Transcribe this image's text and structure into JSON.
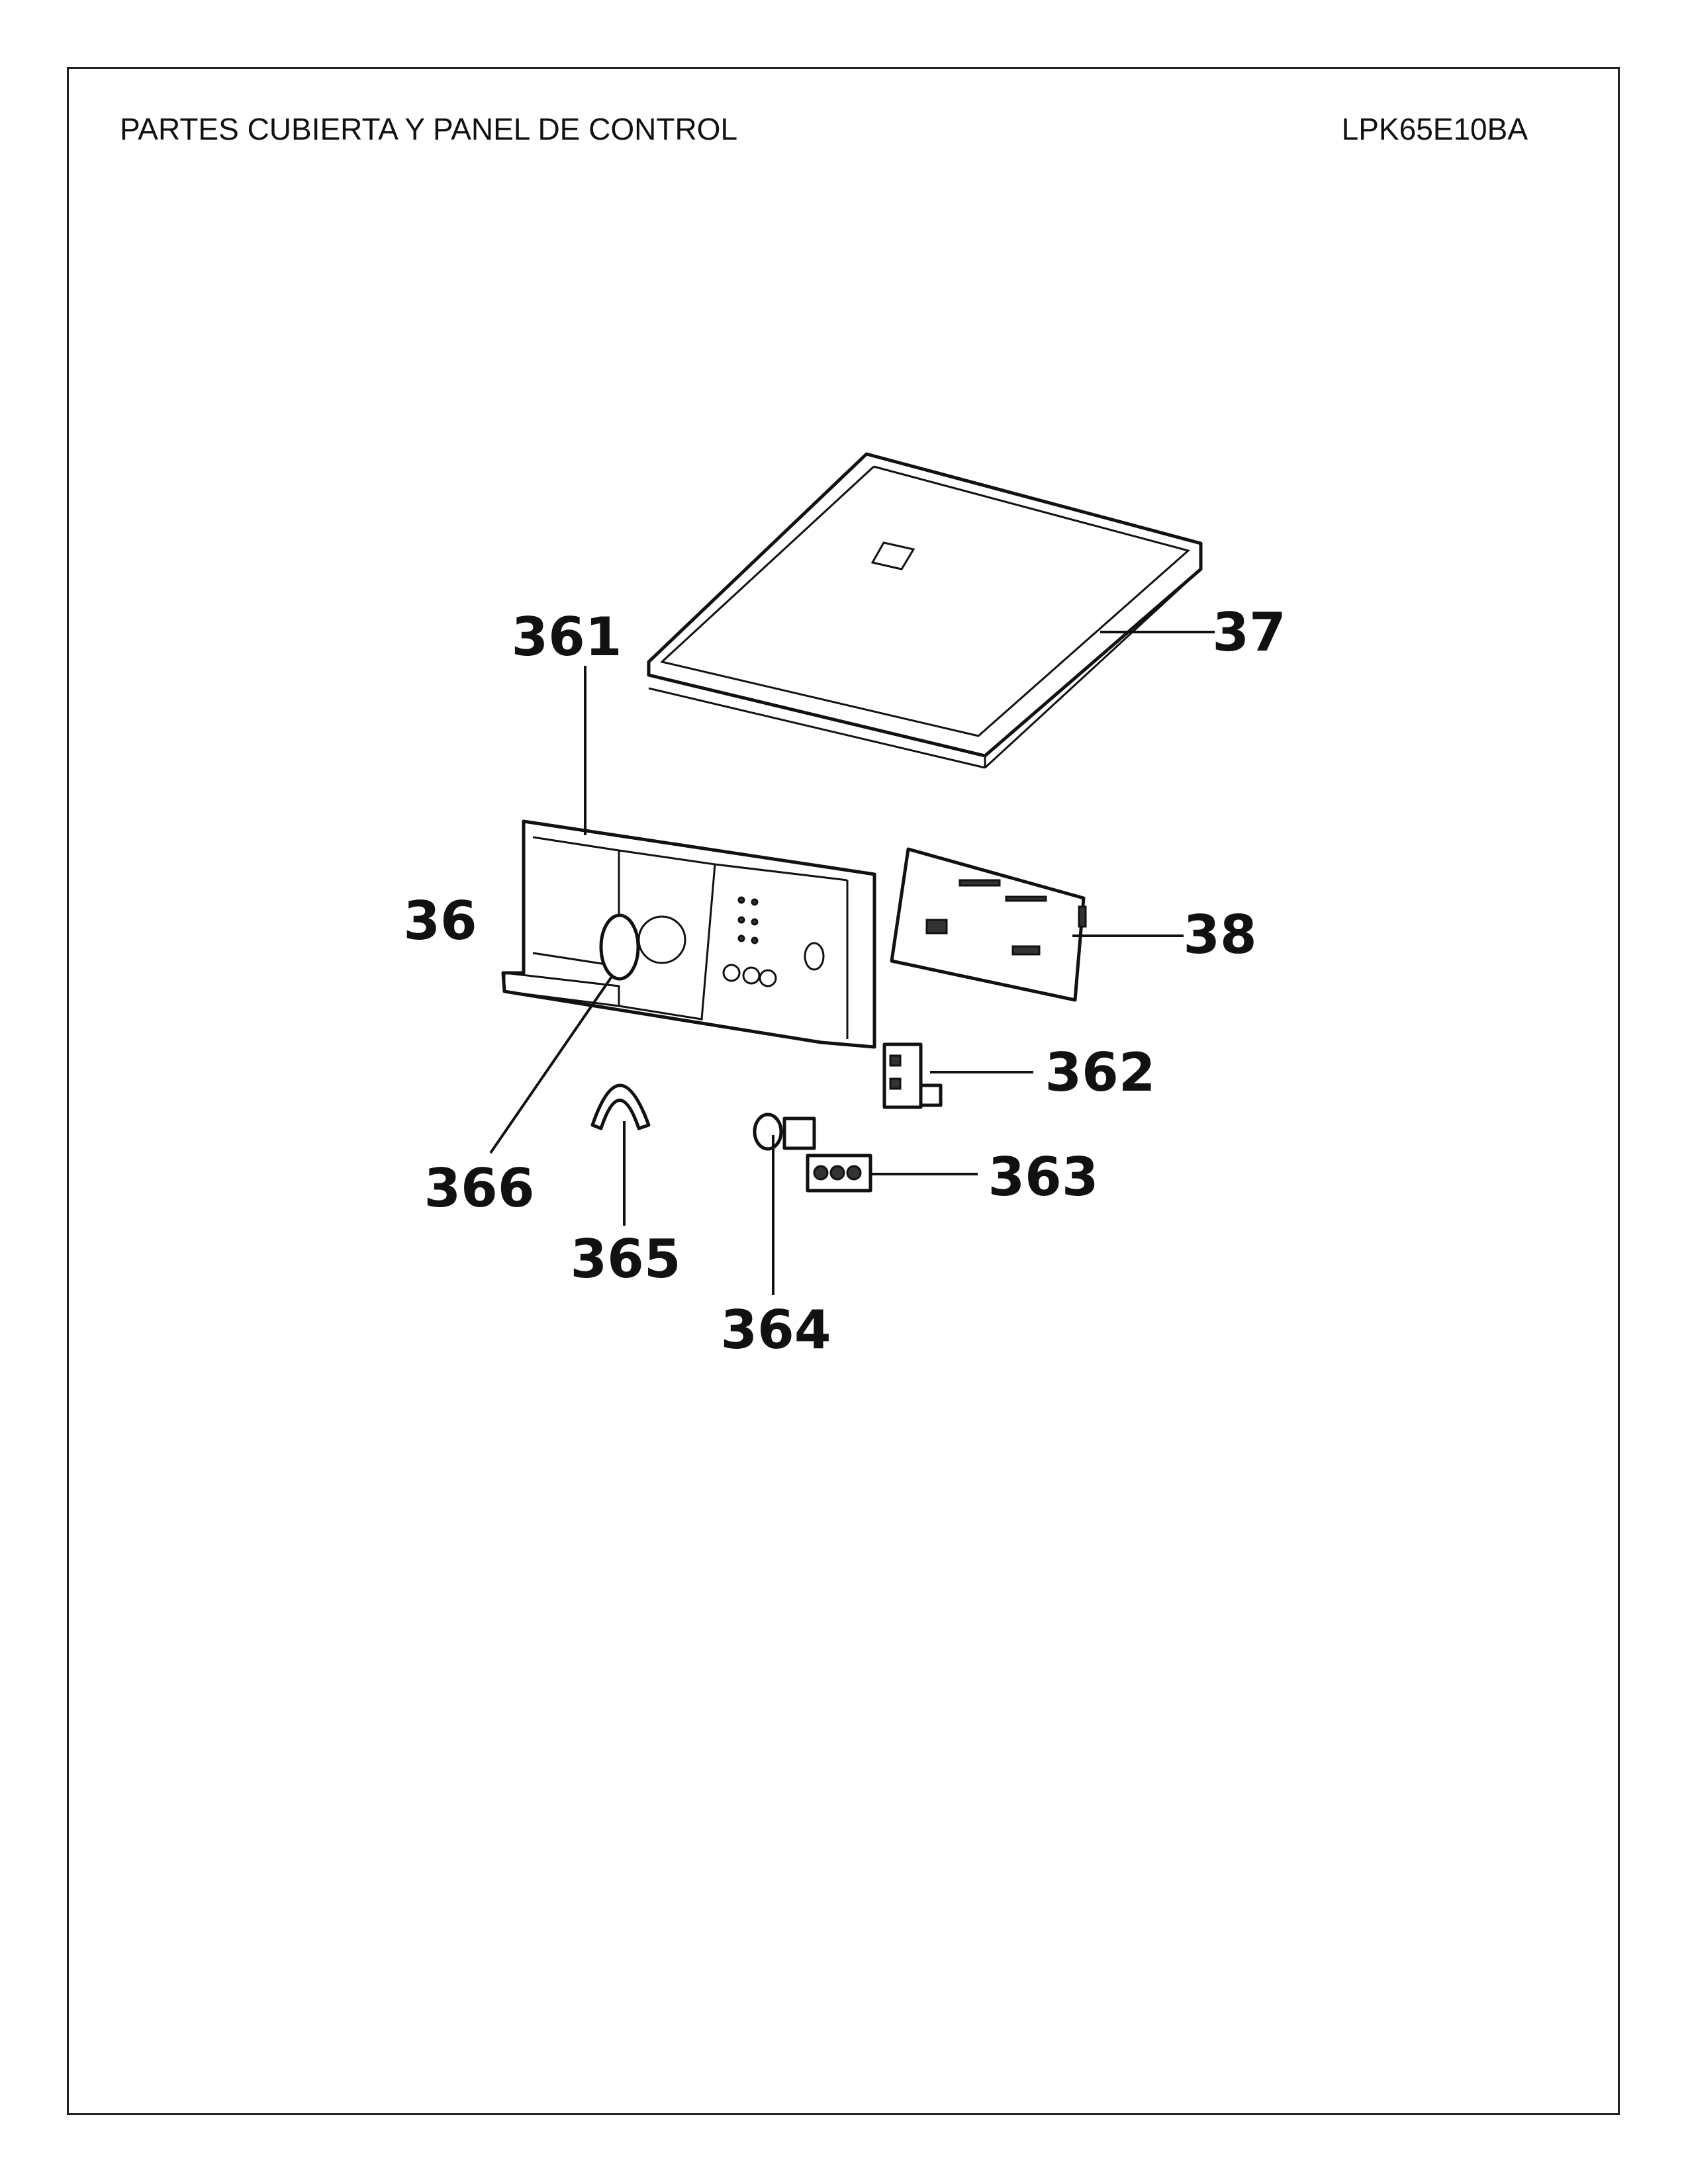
{
  "header": {
    "title": "PARTES CUBIERTA Y PANEL DE CONTROL",
    "model": "LPK65E10BA"
  },
  "parts": {
    "top_cover": "37",
    "control_panel": "36",
    "panel_frame": "361",
    "pcb": "38",
    "part_362": "362",
    "part_363": "363",
    "part_364": "364",
    "part_365": "365",
    "part_366": "366"
  }
}
